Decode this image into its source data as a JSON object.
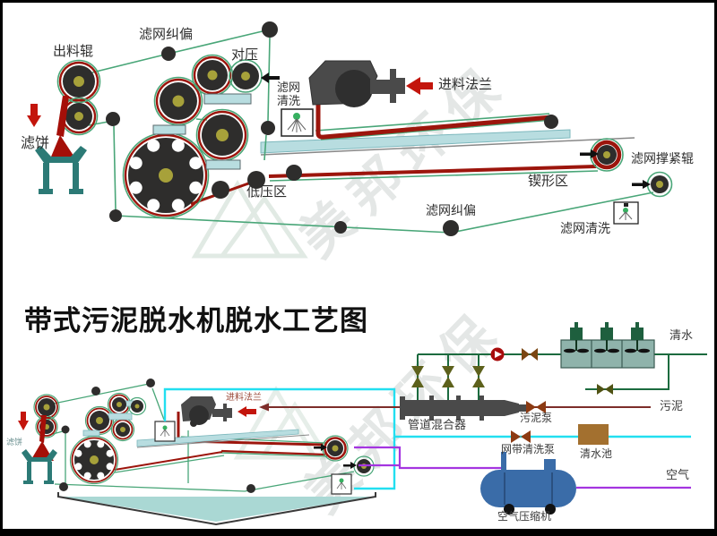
{
  "watermark": {
    "text": "美邦环保"
  },
  "title": "带式污泥脱水机脱水工艺图",
  "top_diagram": {
    "labels": {
      "belt_tracking_top": "滤网纠偏",
      "discharge_roller": "出料辊",
      "counter_pressure": "对压",
      "belt_wash_left": "滤网清洗",
      "feed_flange": "进料法兰",
      "belt_tension_roller": "滤网撑紧辊",
      "wedge_zone": "锲形区",
      "belt_tracking_bottom": "滤网纠偏",
      "belt_wash_bottom": "滤网清洗",
      "low_pressure_zone": "低压区",
      "filter_cake": "滤饼"
    }
  },
  "bottom_diagram": {
    "labels": {
      "filter_cake": "滤饼",
      "feed_flange": "进料法兰",
      "pipe_mixer": "管道混合器",
      "sludge_pump": "污泥泵",
      "belt_wash_pump": "网带清洗泵",
      "clean_water_tank": "清水池",
      "air_compressor": "空气压缩机",
      "clean_water": "清水",
      "sludge": "污泥",
      "air": "空气"
    }
  },
  "colors": {
    "belt_green": "#49a678",
    "belt_red": "#9c150c",
    "arrow_red": "#c3150c",
    "roller_dark": "#2e2d2c",
    "roller_hub_olive": "#a7a13a",
    "water_blue": "#b8dde0",
    "stand_teal": "#2c7a76",
    "pipe_clean_water_green": "#1c6b3f",
    "pipe_sludge_maroon": "#7d2d2a",
    "pipe_wash_cyan": "#22dff0",
    "pipe_air_purple": "#a435e0",
    "valve_olive": "#5d611c",
    "valve_rust": "#8c3a12",
    "tank_teal": "#8fb3ab",
    "pool_brown": "#a3702f",
    "compressor_blue": "#3a6ca8"
  }
}
